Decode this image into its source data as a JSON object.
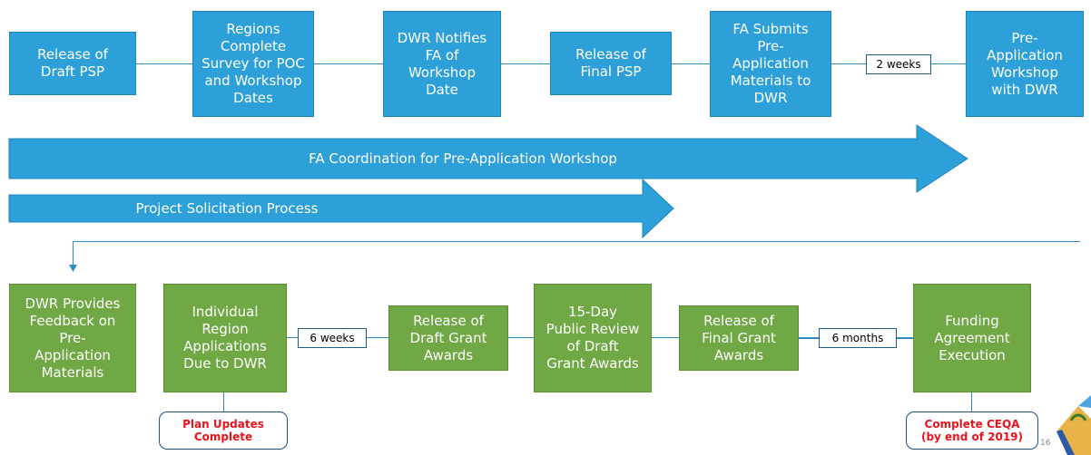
{
  "top_row": [
    {
      "id": "release-draft-psp",
      "label": "Release of\nDraft PSP"
    },
    {
      "id": "regions-survey",
      "label": "Regions\nComplete\nSurvey for POC\nand Workshop\nDates"
    },
    {
      "id": "dwr-notifies",
      "label": "DWR Notifies\nFA of\nWorkshop\nDate"
    },
    {
      "id": "release-final-psp",
      "label": "Release of\nFinal PSP"
    },
    {
      "id": "fa-submits",
      "label": "FA Submits\nPre-\nApplication\nMaterials to\nDWR"
    },
    {
      "id": "pre-app-workshop",
      "label": "Pre-\nApplication\nWorkshop\nwith DWR"
    }
  ],
  "top_duration": "2 weeks",
  "arrows": {
    "fa_coordination": "FA Coordination for Pre-Application Workshop",
    "project_solicitation": "Project Solicitation Process"
  },
  "bottom_row": [
    {
      "id": "dwr-feedback",
      "label": "DWR Provides\nFeedback on\nPre-\nApplication\nMaterials"
    },
    {
      "id": "region-applications",
      "label": "Individual\nRegion\nApplications\nDue to DWR"
    },
    {
      "id": "release-draft-grant",
      "label": "Release of\nDraft Grant\nAwards"
    },
    {
      "id": "public-review",
      "label": "15-Day\nPublic Review\nof Draft\nGrant Awards"
    },
    {
      "id": "release-final-grant",
      "label": "Release of\nFinal Grant\nAwards"
    },
    {
      "id": "funding-agreement",
      "label": "Funding\nAgreement\nExecution"
    }
  ],
  "bottom_durations": {
    "first": "6 weeks",
    "second": "6 months"
  },
  "notes": {
    "plan_updates": "Plan Updates\nComplete",
    "complete_ceqa": "Complete CEQA\n(by end of 2019)"
  },
  "colors": {
    "blue_box": "#2d9fd9",
    "green_box": "#6fa844",
    "note_text": "#e8131b"
  },
  "page_number": "16"
}
